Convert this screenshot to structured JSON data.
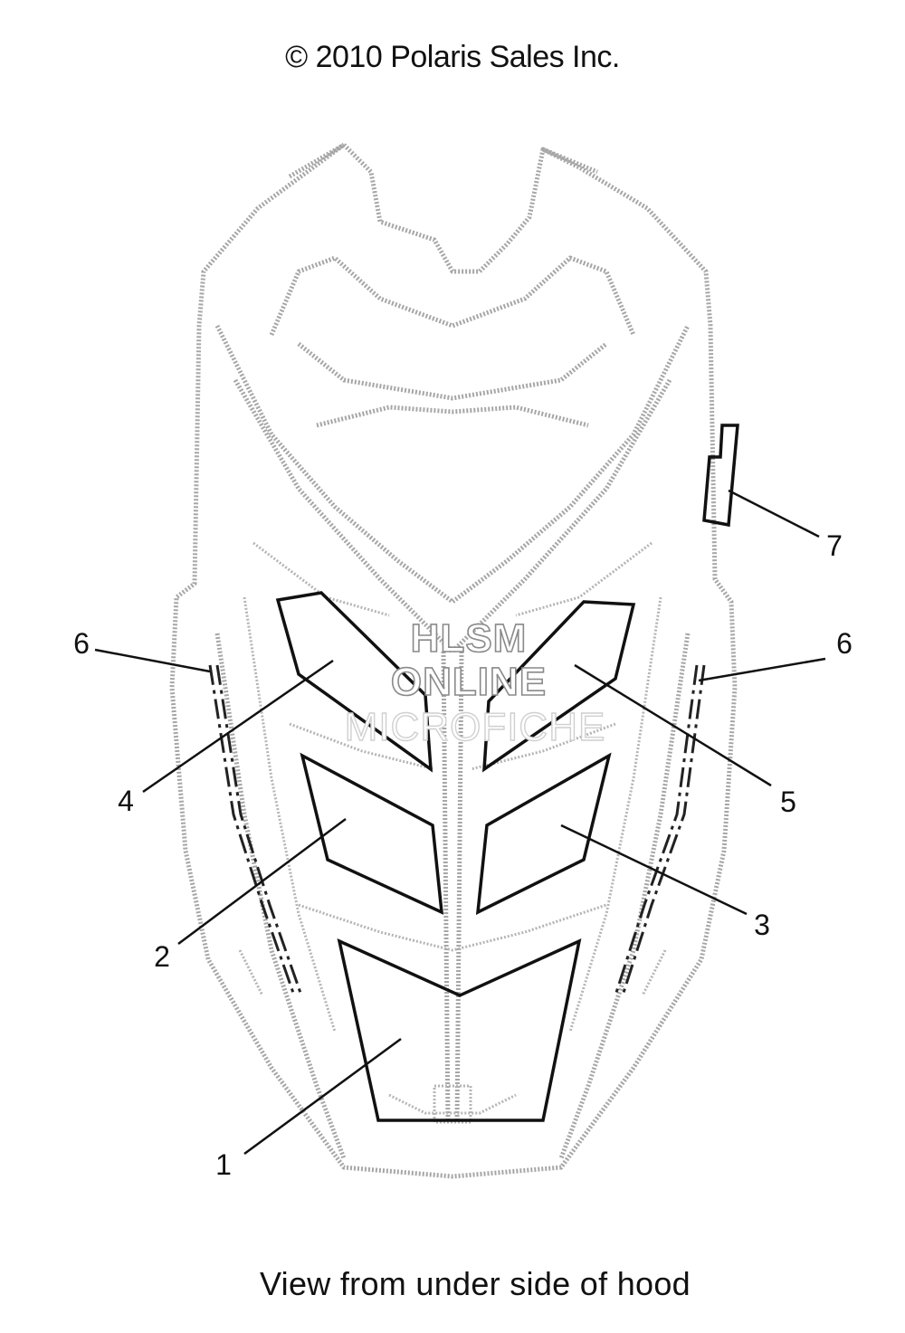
{
  "header": {
    "copyright": "© 2010 Polaris Sales Inc."
  },
  "footer": {
    "caption": "View from under side of hood"
  },
  "watermark": {
    "line1": "HLSM",
    "line2": "ONLINE",
    "line3": "MICROFICHE"
  },
  "callouts": {
    "c1": "1",
    "c2": "2",
    "c3": "3",
    "c4": "4",
    "c5": "5",
    "c6_left": "6",
    "c6_right": "6",
    "c7": "7"
  }
}
